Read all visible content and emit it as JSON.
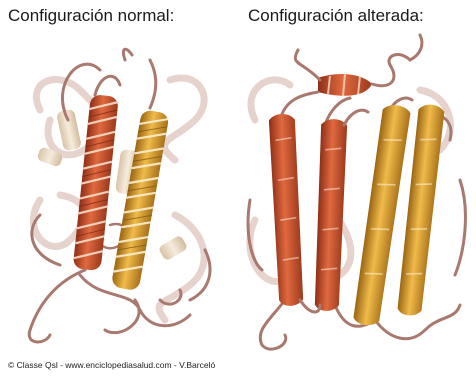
{
  "titles": {
    "normal": "Configuración normal:",
    "altered": "Configuración alterada:"
  },
  "credit": "© Classe Qsl - www.enciclopediasalud.com - V.Barceló",
  "colors": {
    "loop": "#a9786f",
    "loop_light": "#e3cdc8",
    "red_helix": "#c8502e",
    "gold_helix": "#d49a2a",
    "pale_helix": "#eadcc6"
  }
}
